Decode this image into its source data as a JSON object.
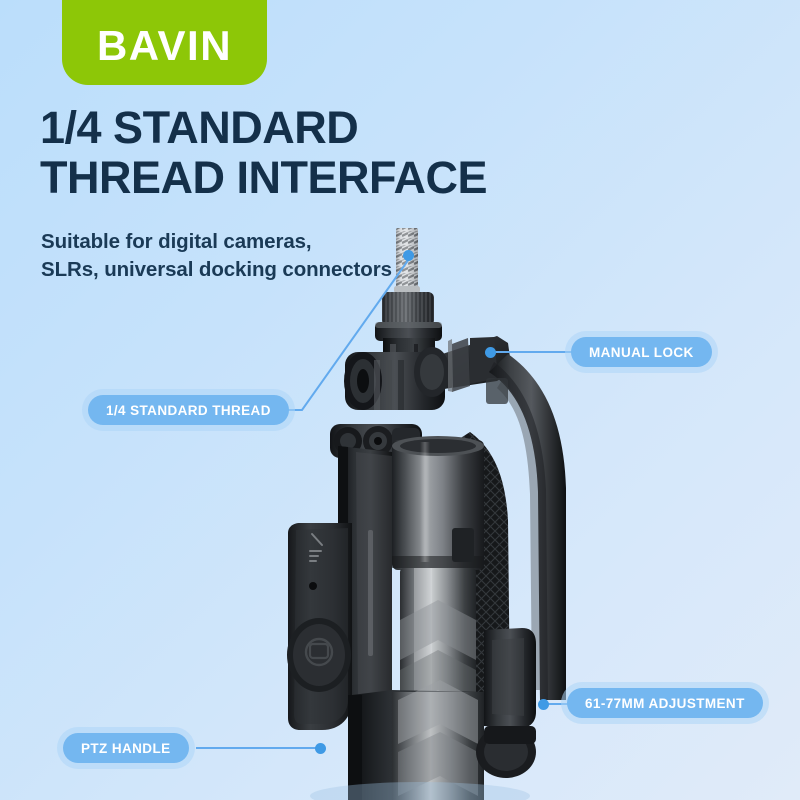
{
  "brand": {
    "name": "BAVIN",
    "badge_color": "#8dc707",
    "logo_icon": "bavin-wordmark"
  },
  "theme": {
    "bg_top_left": "#bbdefb",
    "bg_bottom_right": "#e0ebf9",
    "heading_color": "#14304a",
    "pill_color": "#74b7f0",
    "pill_glow": "#add6f7",
    "line_color": "#62aaee",
    "dot_color": "#3f9ae5"
  },
  "heading": {
    "line1": "1/4 STANDARD",
    "line2": "THREAD INTERFACE"
  },
  "subheading": {
    "line1": "Suitable for digital cameras,",
    "line2": "SLRs, universal docking connectors"
  },
  "callouts": [
    {
      "id": "thread",
      "label": "1/4 STANDARD THREAD",
      "icon": "callout-dot"
    },
    {
      "id": "lock",
      "label": "MANUAL LOCK",
      "icon": "callout-dot"
    },
    {
      "id": "adjust",
      "label": "61-77MM ADJUSTMENT",
      "icon": "callout-dot"
    },
    {
      "id": "ptz",
      "label": "PTZ HANDLE",
      "icon": "callout-dot"
    }
  ],
  "product": {
    "name": "selfie-stick-tripod-gimbal",
    "description": "Black phone holder tripod head with 1/4 inch screw thread"
  }
}
